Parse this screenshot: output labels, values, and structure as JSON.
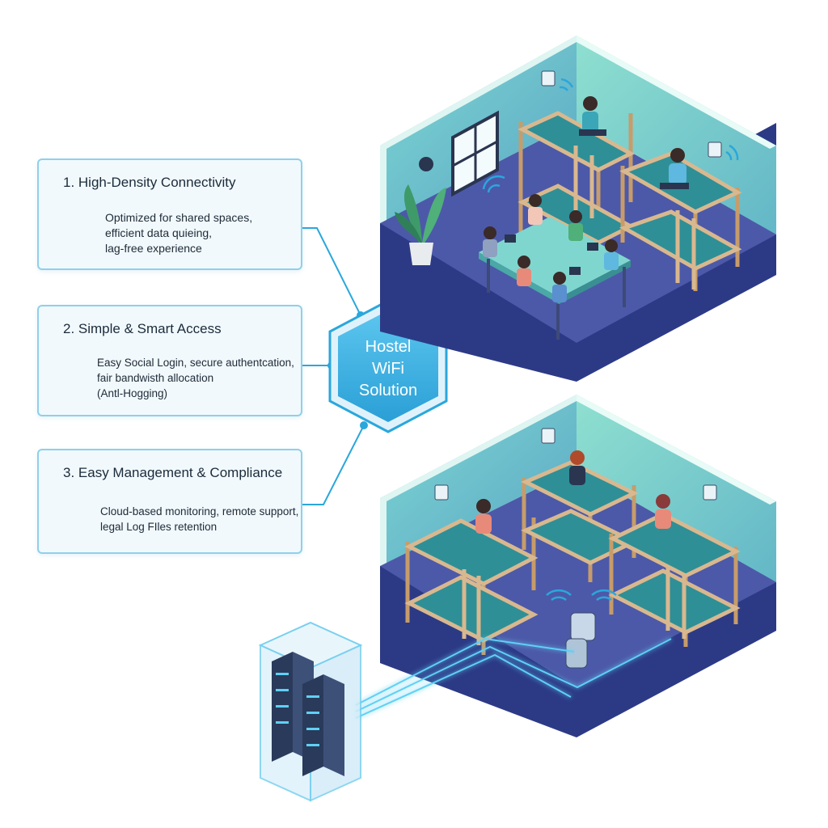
{
  "hub": {
    "lines": [
      "Hostel",
      "WiFi",
      "Solution"
    ]
  },
  "cards": [
    {
      "title": "1. High-Density Connectivity",
      "icon": "people-network-icon",
      "lines": [
        "Optimized for shared spaces,",
        "efficient data quieing,",
        "lag-free experience"
      ]
    },
    {
      "title": "2. Simple & Smart Access",
      "icon": "phone-shield-icon",
      "lines": [
        "Easy Social Login, secure authentcation,",
        "fair bandwisth allocation",
        "(Antl-Hogging)"
      ]
    },
    {
      "title": "3. Easy Management & Compliance",
      "icon": "cloud-document-lock-icon",
      "lines": [
        "Cloud-based monitoring, remote support,",
        "legal Log FIles retention"
      ]
    }
  ],
  "illustrations": {
    "top_room": "hostel-common-room-with-bunk-beds-and-laptop-users",
    "bottom_room": "hostel-dorm-with-bunk-beds-and-wifi-access-points",
    "server": "server-rack-in-glass-enclosure"
  },
  "colors": {
    "accent": "#2aa7dc",
    "card_border": "#8fd0ea",
    "card_fill": "#f1f9fd",
    "room_floor": "#4a56a6",
    "room_wall": "#7fd3cf",
    "bed_frame": "#d9b88f",
    "mattress": "#2f8f96"
  }
}
